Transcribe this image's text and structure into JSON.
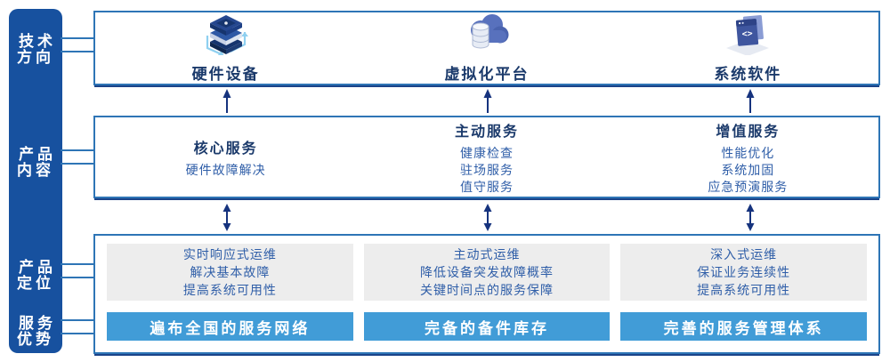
{
  "colors": {
    "sidebar_bg": "#17519f",
    "box_border": "#2e75b6",
    "box_shadow_line": "#1b4489",
    "title_text": "#1b3a6b",
    "body_text": "#2f5ea8",
    "panel_bg": "#ededed",
    "banner_bg": "#419cd7",
    "banner_text": "#ffffff",
    "arrow": "#16337e",
    "connector": "#2e75b6"
  },
  "sidebar": {
    "labels": [
      {
        "text": "技术\n方向"
      },
      {
        "text": "产品\n内容"
      },
      {
        "text": "产品\n定位"
      },
      {
        "text": "服务\n优势"
      }
    ]
  },
  "tech_row": {
    "items": [
      {
        "icon": "server-stack-icon",
        "label": "硬件设备"
      },
      {
        "icon": "cloud-database-icon",
        "label": "虚拟化平台"
      },
      {
        "icon": "code-window-icon",
        "label": "系统软件"
      }
    ]
  },
  "content_row": {
    "columns": [
      {
        "title": "核心服务",
        "items": [
          "硬件故障解决"
        ]
      },
      {
        "title": "主动服务",
        "items": [
          "健康检查",
          "驻场服务",
          "值守服务"
        ]
      },
      {
        "title": "增值服务",
        "items": [
          "性能优化",
          "系统加固",
          "应急预演服务"
        ]
      }
    ]
  },
  "position_row": {
    "columns": [
      {
        "lines": [
          "实时响应式运维",
          "解决基本故障",
          "提高系统可用性"
        ],
        "banner": "遍布全国的服务网络"
      },
      {
        "lines": [
          "主动式运维",
          "降低设备突发故障概率",
          "关键时间点的服务保障"
        ],
        "banner": "完备的备件库存"
      },
      {
        "lines": [
          "深入式运维",
          "保证业务连续性",
          "提高系统可用性"
        ],
        "banner": "完善的服务管理体系"
      }
    ]
  }
}
